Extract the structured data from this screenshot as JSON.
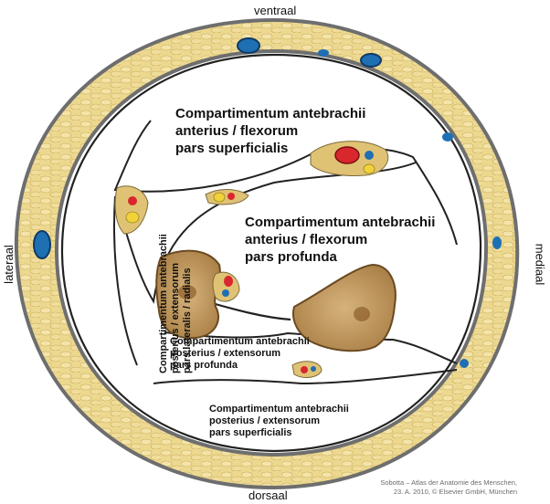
{
  "orientation": {
    "top": "ventraal",
    "bottom": "dorsaal",
    "left": "lateraal",
    "right": "mediaal"
  },
  "compartments": {
    "anterior_superficial": [
      "Compartimentum antebrachii",
      "anterius / flexorum",
      "pars superficialis"
    ],
    "anterior_deep": [
      "Compartimentum antebrachii",
      "anterius / flexorum",
      "pars profunda"
    ],
    "posterior_lateral": [
      "Compartimentum antebrachii",
      "posterius / extensorum",
      "pars lateralis / radialis"
    ],
    "posterior_deep": [
      "Compartimentum antebrachii",
      "posterius / extensorum",
      "pars profunda"
    ],
    "posterior_superficial": [
      "Compartimentum antebrachii",
      "posterius / extensorum",
      "pars superficialis"
    ]
  },
  "credit": [
    "Sobotta – Atlas der Anatomie des Menschen,",
    "23. A. 2010, © Elsevier GmbH, München"
  ],
  "colors": {
    "skin": "#6e6e6e",
    "fat": "#ead58a",
    "fascia": "#222222",
    "bone": "#caa26b",
    "artery": "#d9272e",
    "vein": "#1f6fb3",
    "nerve": "#f1d23a",
    "background": "#ffffff"
  }
}
